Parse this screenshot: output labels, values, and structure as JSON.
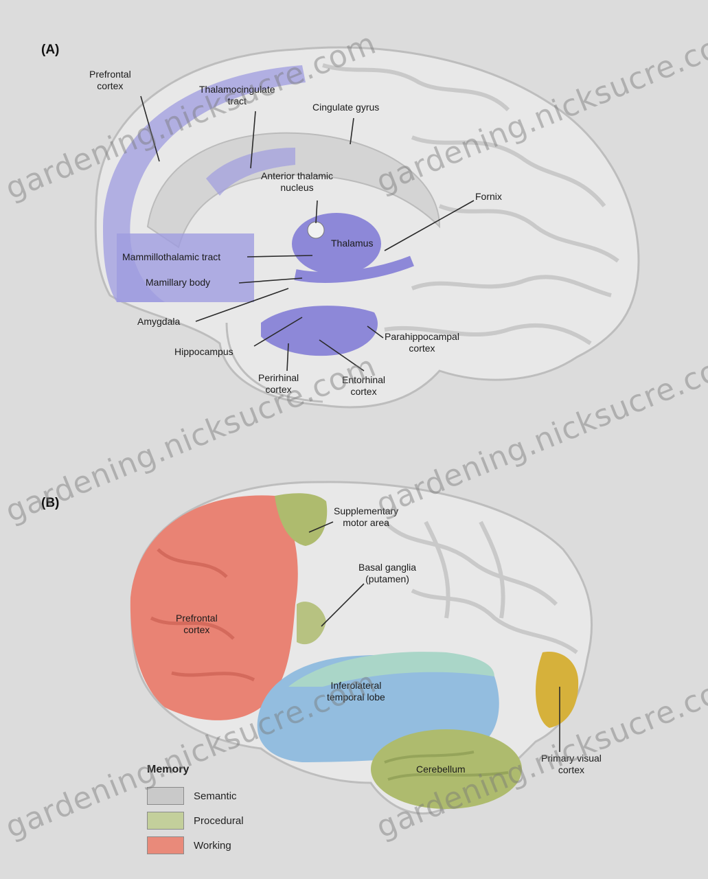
{
  "panel_a": {
    "letter": "(A)",
    "labels": {
      "prefrontal_cortex": [
        "Prefrontal",
        "cortex"
      ],
      "thalamocingulate_tract": [
        "Thalamocingulate",
        "tract"
      ],
      "cingulate_gyrus": "Cingulate gyrus",
      "anterior_thalamic_nucleus": [
        "Anterior thalamic",
        "nucleus"
      ],
      "fornix": "Fornix",
      "thalamus": "Thalamus",
      "mammillothalamic_tract": "Mammillothalamic tract",
      "mammillary_body": "Mamillary body",
      "amygdala": "Amygdala",
      "hippocampus": "Hippocampus",
      "parahippocampal_cortex": [
        "Parahippocampal",
        "cortex"
      ],
      "perirhinal_cortex": [
        "Perirhinal",
        "cortex"
      ],
      "entorhinal_cortex": [
        "Entorhinal",
        "cortex"
      ]
    }
  },
  "panel_b": {
    "letter": "(B)",
    "labels": {
      "supplementary_motor_area": [
        "Supplementary",
        "motor area"
      ],
      "basal_ganglia": [
        "Basal ganglia",
        "(putamen)"
      ],
      "prefrontal_cortex": [
        "Prefrontal",
        "cortex"
      ],
      "inferolateral_temporal_lobe": [
        "Inferolateral",
        "temporal lobe"
      ],
      "cerebellum": "Cerebellum",
      "primary_visual_cortex": [
        "Primary visual",
        "cortex"
      ]
    },
    "legend": {
      "title": "Memory",
      "items": [
        {
          "label": "Semantic",
          "color": "#c9c9c9"
        },
        {
          "label": "Procedural",
          "color": "#c3cf9b"
        },
        {
          "label": "Working",
          "color": "#e98a7a"
        }
      ]
    }
  },
  "colors": {
    "limbic": "#9f9ce0",
    "working": "#e98374",
    "semantic_blue": "#93bddf",
    "semantic_teal": "#aad6c8",
    "procedural": "#aebb6e",
    "visual": "#d6b13b",
    "brain_gray": "#e6e6e6"
  },
  "watermark": "gardening.nicksucre.com"
}
